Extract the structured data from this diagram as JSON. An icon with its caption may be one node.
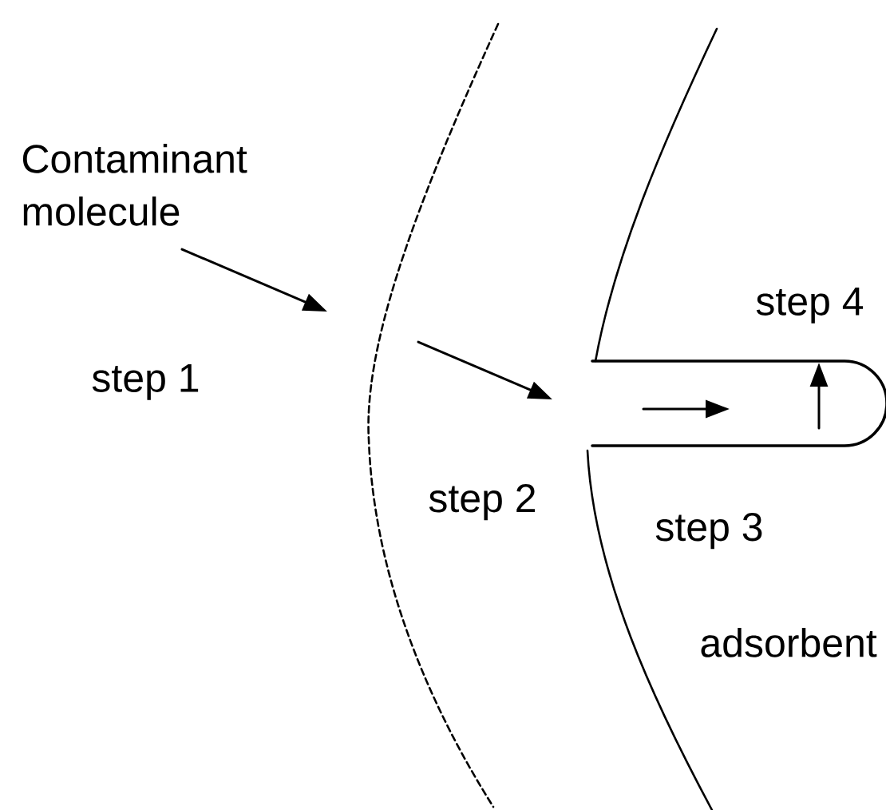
{
  "diagram": {
    "labels": [
      "Contaminant molecule",
      "step 4",
      "step 1",
      "step 2",
      "step 3",
      "adsorbent"
    ]
  }
}
